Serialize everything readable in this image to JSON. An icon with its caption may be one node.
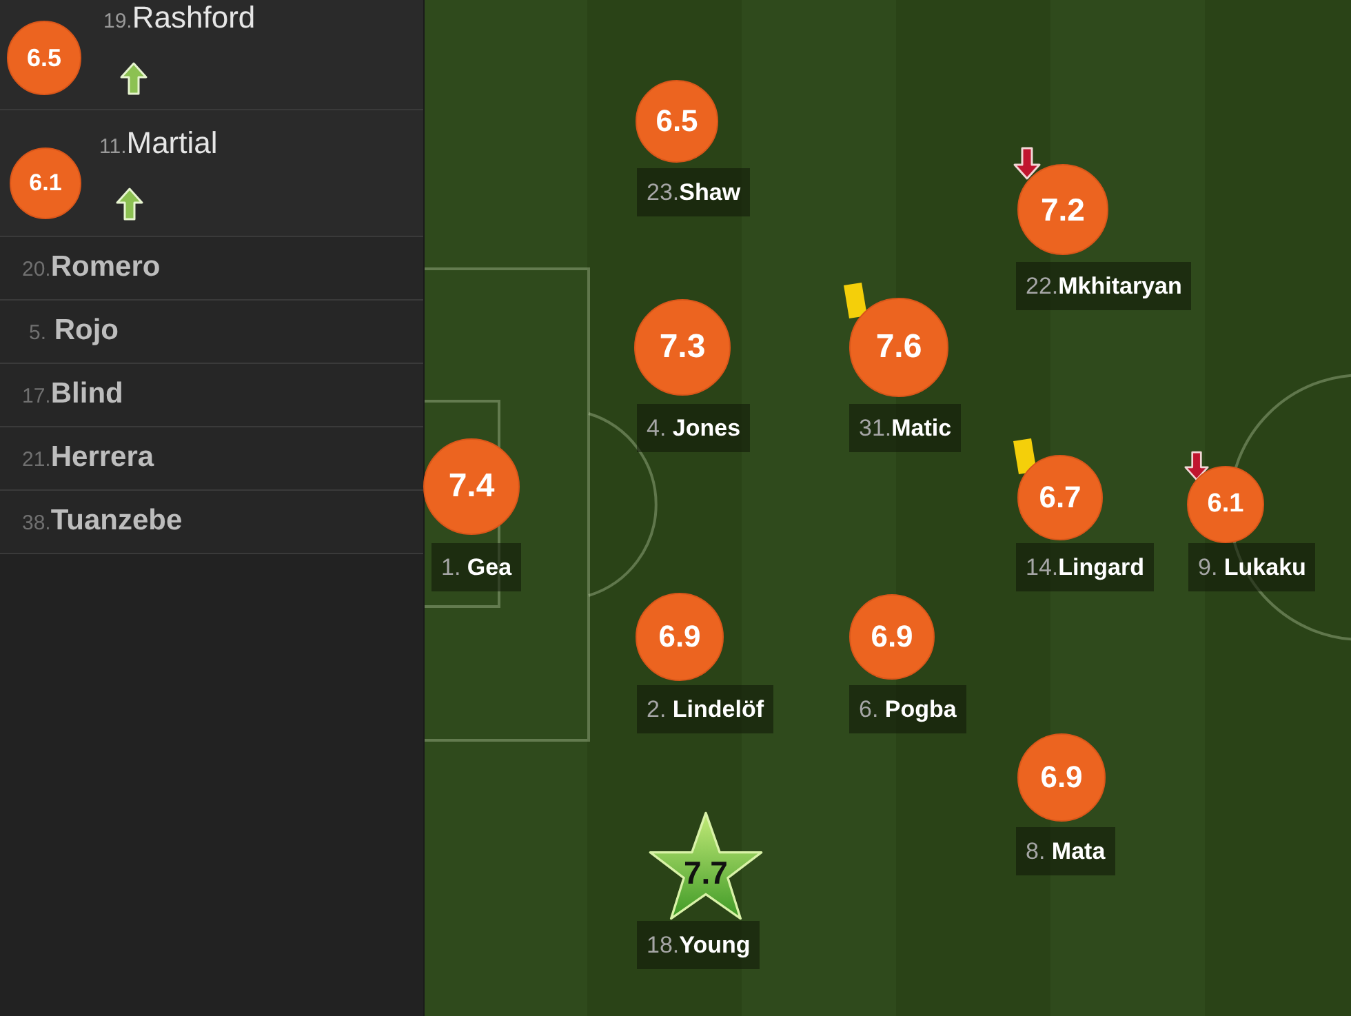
{
  "diagram": {
    "nodes": [
      {
        "text": [
          "6.5"
        ],
        "beside": [
          "19.Rashford"
        ]
      },
      {
        "text": [
          "6.1"
        ],
        "beside": [
          "11.Martial"
        ]
      },
      {
        "text": [
          "6.5"
        ],
        "beside": [
          "23.Shaw"
        ]
      },
      {
        "text": [
          "7.2"
        ],
        "beside": [
          "22.Mkhitaryan"
        ]
      },
      {
        "text": [
          "7.3"
        ],
        "beside": [
          "4. Jones"
        ]
      },
      {
        "text": [
          "7.6"
        ],
        "beside": [
          "31.Matic"
        ]
      },
      {
        "text": [
          "7.4"
        ],
        "beside": [
          "1. Gea"
        ]
      },
      {
        "text": [
          "6.7"
        ],
        "beside": [
          "14.Lingard"
        ]
      },
      {
        "text": [
          "6.1"
        ],
        "beside": [
          "9. Lukaku"
        ]
      },
      {
        "text": [
          "6.9"
        ],
        "beside": [
          "2. Lindelöf"
        ]
      },
      {
        "text": [
          "6.9"
        ],
        "beside": [
          "6. Pogba"
        ]
      },
      {
        "text": [
          "6.9"
        ],
        "beside": [
          "8. Mata"
        ]
      },
      {
        "text": [
          "7.7"
        ],
        "beside": [
          "18.Young"
        ]
      }
    ],
    "labels": [
      "20.Romero",
      "5. Rojo",
      "17.Blind",
      "21.Herrera",
      "38.Tuanzebe"
    ]
  }
}
